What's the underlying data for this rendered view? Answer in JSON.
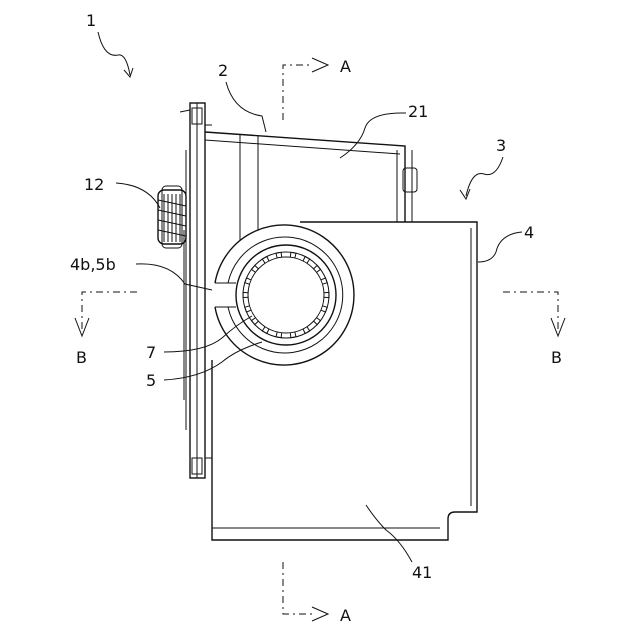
{
  "labels": {
    "assembly": "1",
    "part2": "2",
    "part21": "21",
    "part3": "3",
    "part4": "4",
    "part12": "12",
    "part4b5b": "4b,5b",
    "part7": "7",
    "part5": "5",
    "part41": "41",
    "sectionA_top": "A",
    "sectionA_bottom": "A",
    "sectionB_left": "B",
    "sectionB_right": "B"
  }
}
